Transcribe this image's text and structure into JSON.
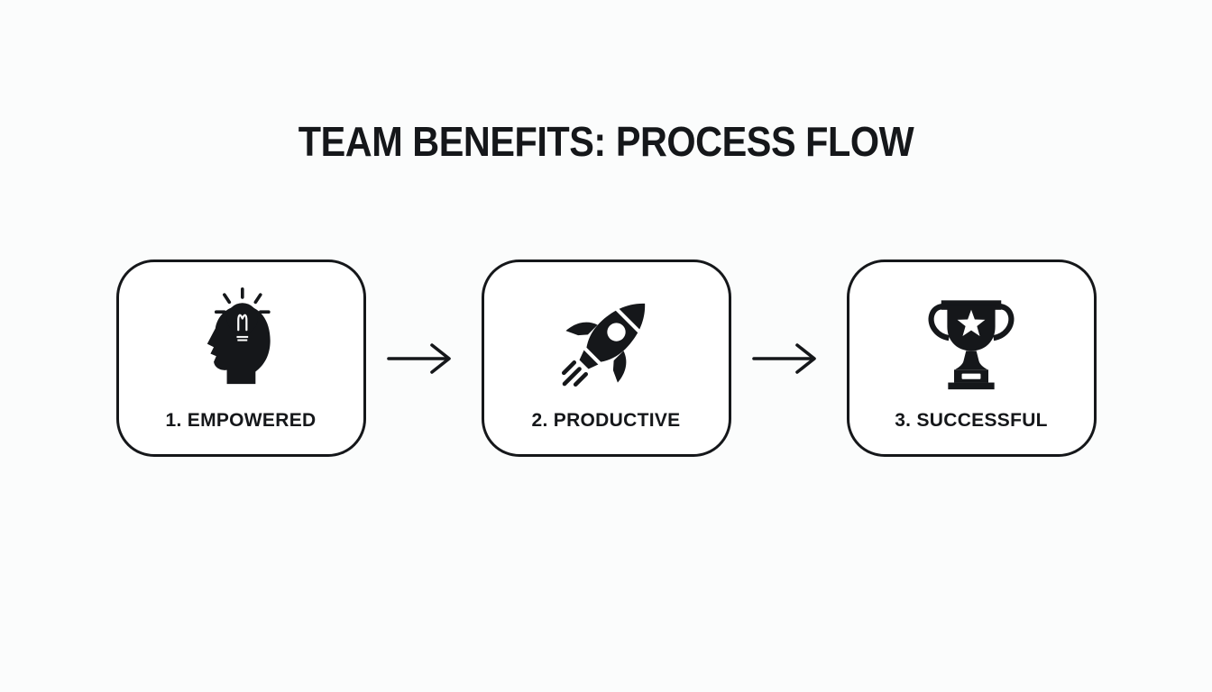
{
  "title": "TEAM BENEFITS: PROCESS FLOW",
  "steps": [
    {
      "label": "1. EMPOWERED",
      "icon": "idea-head-icon"
    },
    {
      "label": "2. PRODUCTIVE",
      "icon": "rocket-icon"
    },
    {
      "label": "3. SUCCESSFUL",
      "icon": "trophy-icon"
    }
  ],
  "connectors": [
    {
      "from": "1. EMPOWERED",
      "to": "2. PRODUCTIVE",
      "icon": "arrow-right-icon"
    },
    {
      "from": "2. PRODUCTIVE",
      "to": "3. SUCCESSFUL",
      "icon": "arrow-right-icon"
    }
  ],
  "colors": {
    "background": "#fbfcfc",
    "node_background": "#ffffff",
    "ink": "#15171a"
  }
}
